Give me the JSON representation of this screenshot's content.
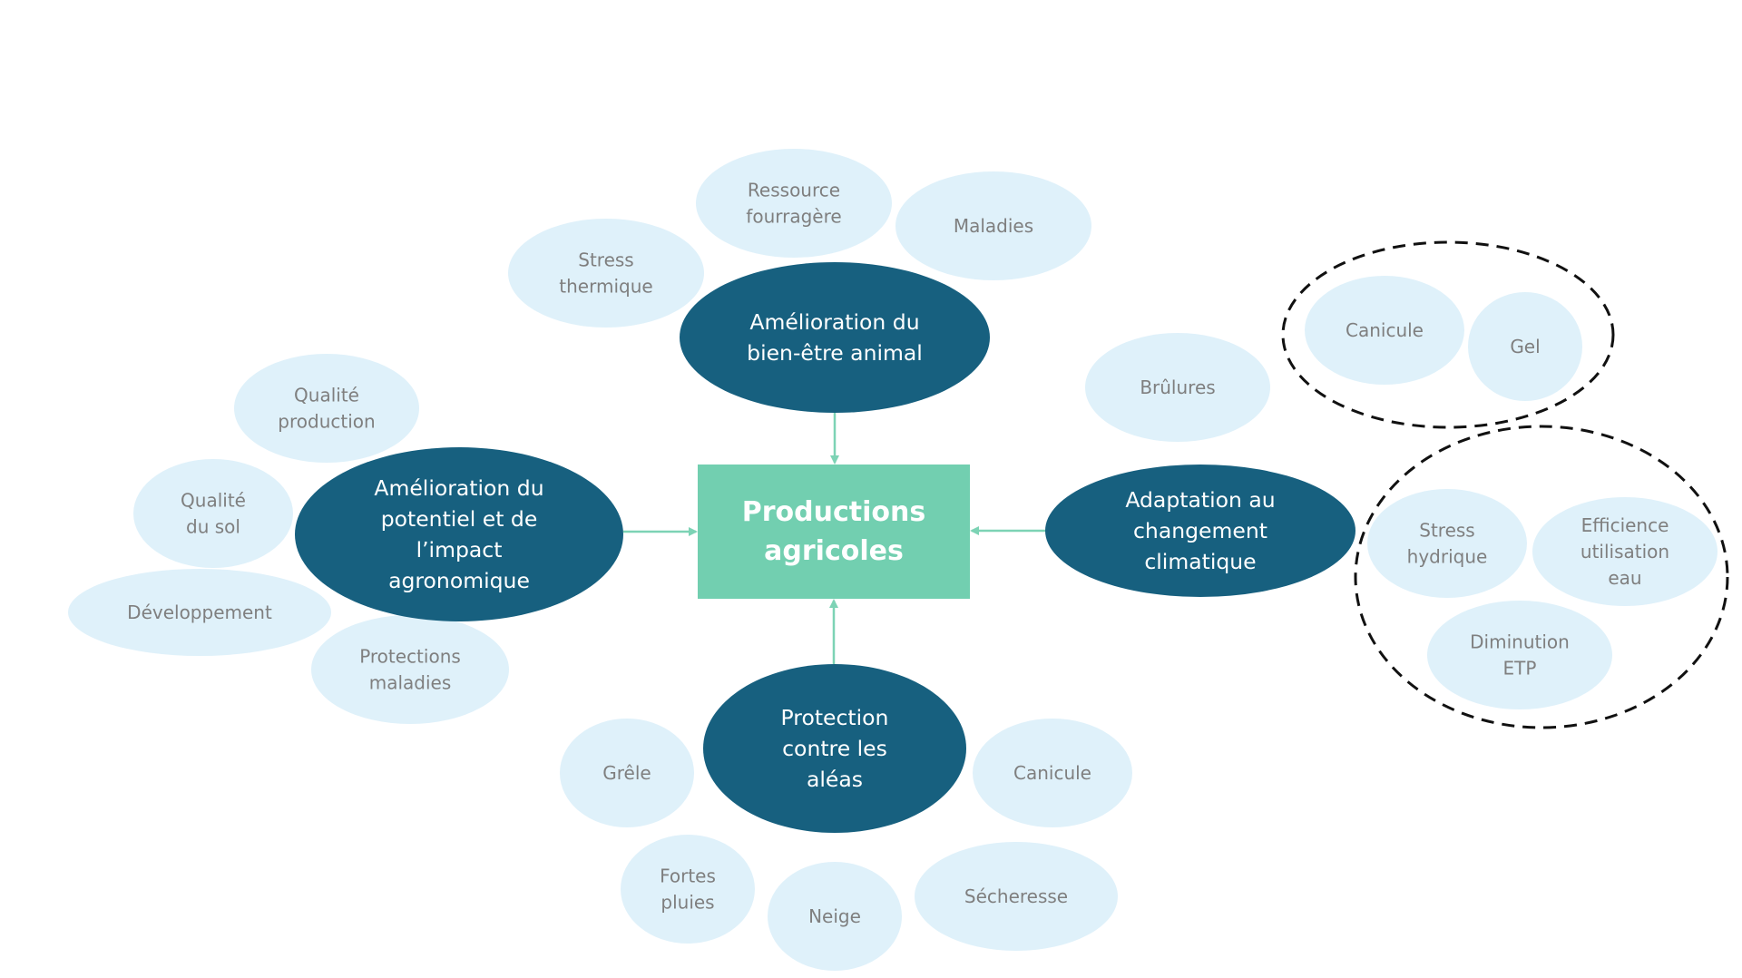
{
  "colors": {
    "main_node": "#17607f",
    "sub_bubble": "#dff1fa",
    "center_box": "#72cfb0",
    "connector": "#7dd3b5",
    "group_outline": "#111111"
  },
  "center": {
    "label": [
      "Productions",
      "agricoles"
    ]
  },
  "branches": [
    {
      "id": "bien-etre-animal",
      "label": [
        "Amélioration du",
        "bien-être animal"
      ],
      "items": [
        {
          "label": [
            "Stress",
            "thermique"
          ]
        },
        {
          "label": [
            "Ressource",
            "fourragère"
          ]
        },
        {
          "label": [
            "Maladies"
          ]
        }
      ]
    },
    {
      "id": "potentiel-agronomique",
      "label": [
        "Amélioration du",
        "potentiel et de",
        "l’impact",
        "agronomique"
      ],
      "items": [
        {
          "label": [
            "Qualité",
            "production"
          ]
        },
        {
          "label": [
            "Qualité",
            "du sol"
          ]
        },
        {
          "label": [
            "Développement"
          ]
        },
        {
          "label": [
            "Protections",
            "maladies"
          ]
        }
      ]
    },
    {
      "id": "changement-climatique",
      "label": [
        "Adaptation au",
        "changement",
        "climatique"
      ],
      "items": [
        {
          "label": [
            "Brûlures"
          ]
        }
      ],
      "groups": [
        {
          "items": [
            {
              "label": [
                "Canicule"
              ]
            },
            {
              "label": [
                "Gel"
              ]
            }
          ]
        },
        {
          "items": [
            {
              "label": [
                "Stress",
                "hydrique"
              ]
            },
            {
              "label": [
                "Efficience",
                "utilisation",
                "eau"
              ]
            },
            {
              "label": [
                "Diminution",
                "ETP"
              ]
            }
          ]
        }
      ]
    },
    {
      "id": "protection-aleas",
      "label": [
        "Protection",
        "contre les",
        "aléas"
      ],
      "items": [
        {
          "label": [
            "Grêle"
          ]
        },
        {
          "label": [
            "Canicule"
          ]
        },
        {
          "label": [
            "Fortes",
            "pluies"
          ]
        },
        {
          "label": [
            "Neige"
          ]
        },
        {
          "label": [
            "Sécheresse"
          ]
        }
      ]
    }
  ]
}
